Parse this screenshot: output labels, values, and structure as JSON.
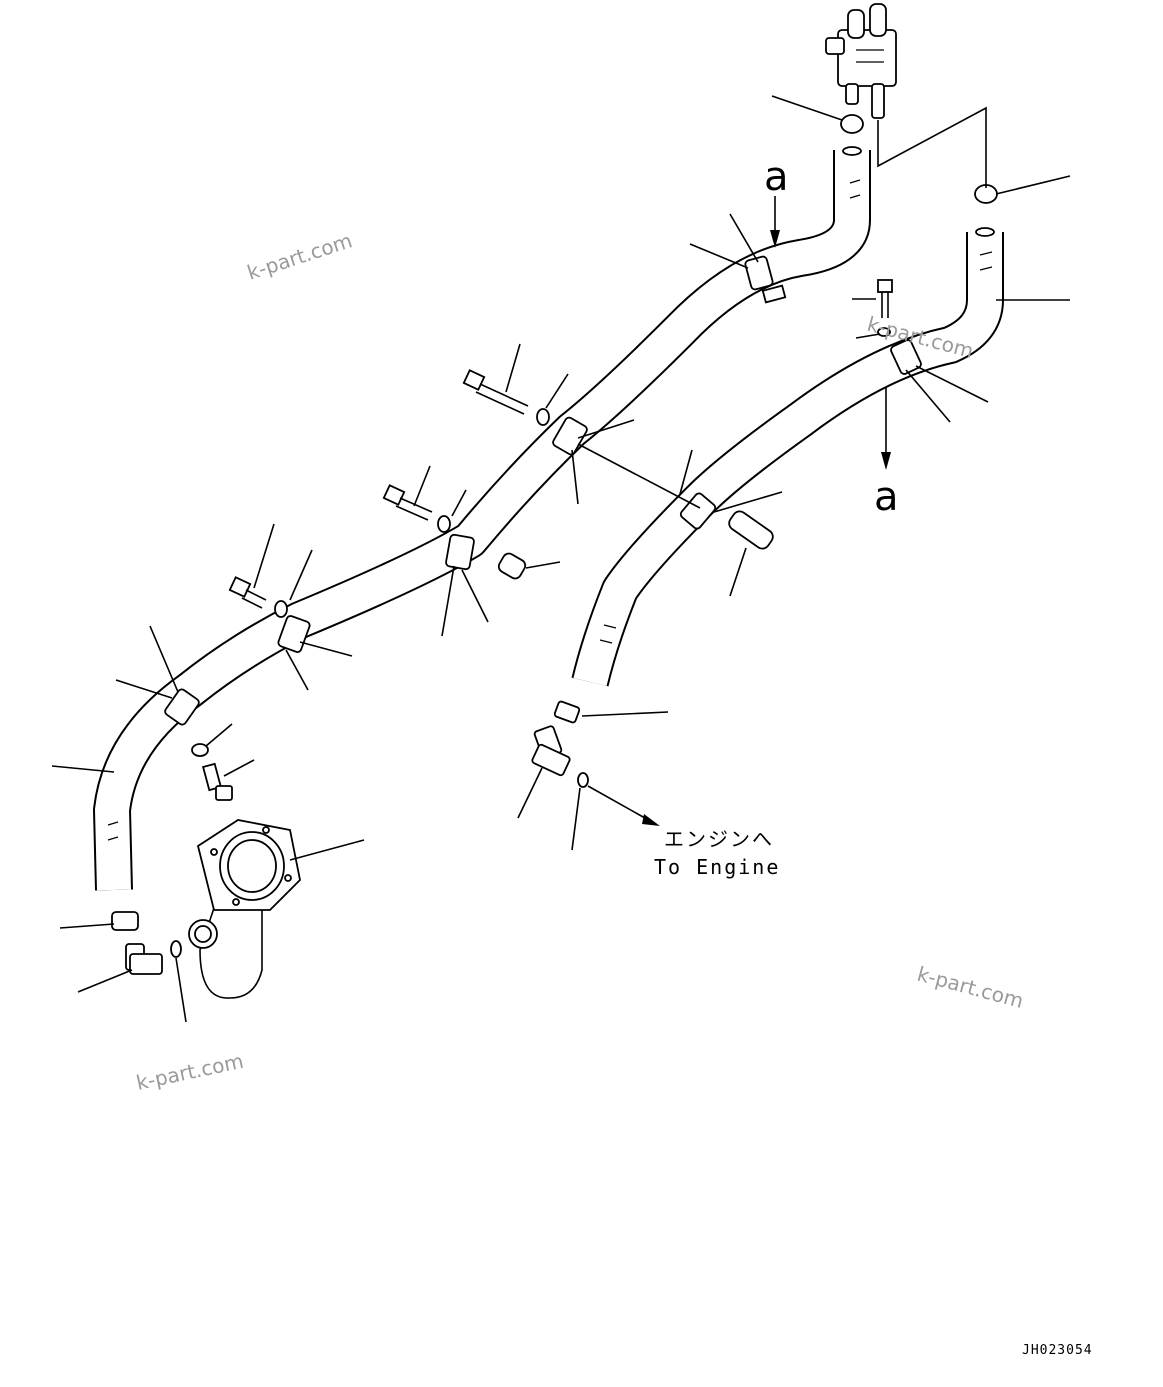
{
  "labels": {
    "ref_top": "a",
    "ref_bottom": "a",
    "to_engine_jp": "エンジンへ",
    "to_engine_en": "To Engine",
    "drawing_code": "JH023054"
  },
  "watermarks": [
    "k-part.com",
    "k-part.com",
    "k-part.com",
    "k-part.com"
  ]
}
